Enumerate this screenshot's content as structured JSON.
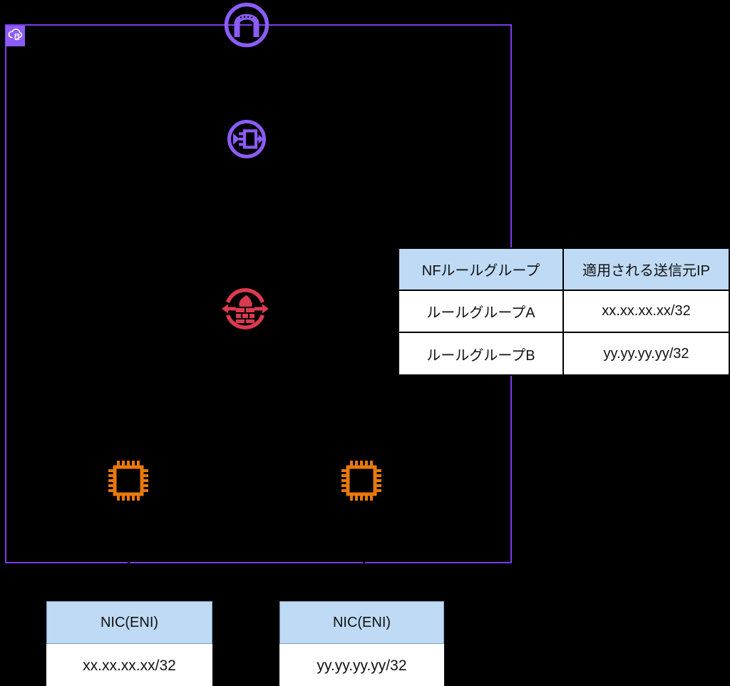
{
  "diagram": {
    "type": "aws-network-architecture",
    "colors": {
      "background": "#000000",
      "vpc_border": "#7B3BEE",
      "purple_icon": "#8B5CF6",
      "firewall_red": "#DC3A4F",
      "eni_orange": "#E8790B",
      "table_header_bg": "#BEDAF4",
      "table_border": "#000000"
    },
    "icons": {
      "badge": "vpc-cloud-icon",
      "top": "internet-gateway-icon",
      "middle": "vpc-endpoint-icon",
      "center": "network-firewall-icon",
      "bottom": "eni-chip-icon"
    },
    "rule_table": {
      "headers": [
        "NFルールグループ",
        "適用される送信元IP"
      ],
      "rows": [
        [
          "ルールグループA",
          "xx.xx.xx.xx/32"
        ],
        [
          "ルールグループB",
          "yy.yy.yy.yy/32"
        ]
      ]
    },
    "nic_tables": [
      {
        "header": "NIC(ENI)",
        "value": "xx.xx.xx.xx/32"
      },
      {
        "header": "NIC(ENI)",
        "value": "yy.yy.yy.yy/32"
      }
    ]
  }
}
